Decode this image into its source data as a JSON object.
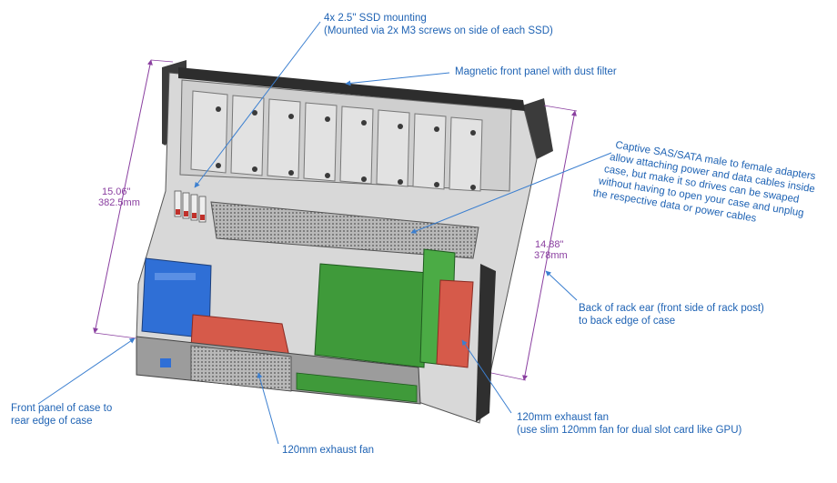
{
  "colors": {
    "label_text": "#1f63b4",
    "leader_line": "#3b7fd0",
    "dimension": "#8a3fa0",
    "case_metal": "#c9c9c9",
    "drive_cage_blue": "#2f6fd6",
    "pcb_green": "#3f9a3a",
    "fan_red": "#d65a4a"
  },
  "annotations": {
    "ssd_mounting": {
      "line1": "4x 2.5\" SSD mounting",
      "line2": "(Mounted via 2x M3 screws on side of each SSD)"
    },
    "front_panel_filter": "Magnetic front panel with dust filter",
    "captive_adapters": {
      "line1": "Captive SAS/SATA male to female adapters",
      "line2": "allow attaching power and data cables inside",
      "line3": "case, but make it so drives can be swaped",
      "line4": "without having to open your case and unplug",
      "line5": "the respective data or power cables"
    },
    "rack_ear": {
      "line1": "Back of rack ear (front side of rack post)",
      "line2": "to back edge of case"
    },
    "front_to_rear": {
      "line1": "Front panel of case to",
      "line2": "rear edge of case"
    },
    "exhaust_fan_bottom": "120mm exhaust fan",
    "exhaust_fan_right": {
      "line1": "120mm exhaust fan",
      "line2": "(use slim 120mm fan for dual slot card like GPU)"
    }
  },
  "dimensions": {
    "depth_total": {
      "inches": "15.06\"",
      "mm": "382.5mm"
    },
    "depth_rack_ear": {
      "inches": "14.88\"",
      "mm": "378mm"
    }
  },
  "icons": {
    "leader_arrow": "arrowhead"
  }
}
